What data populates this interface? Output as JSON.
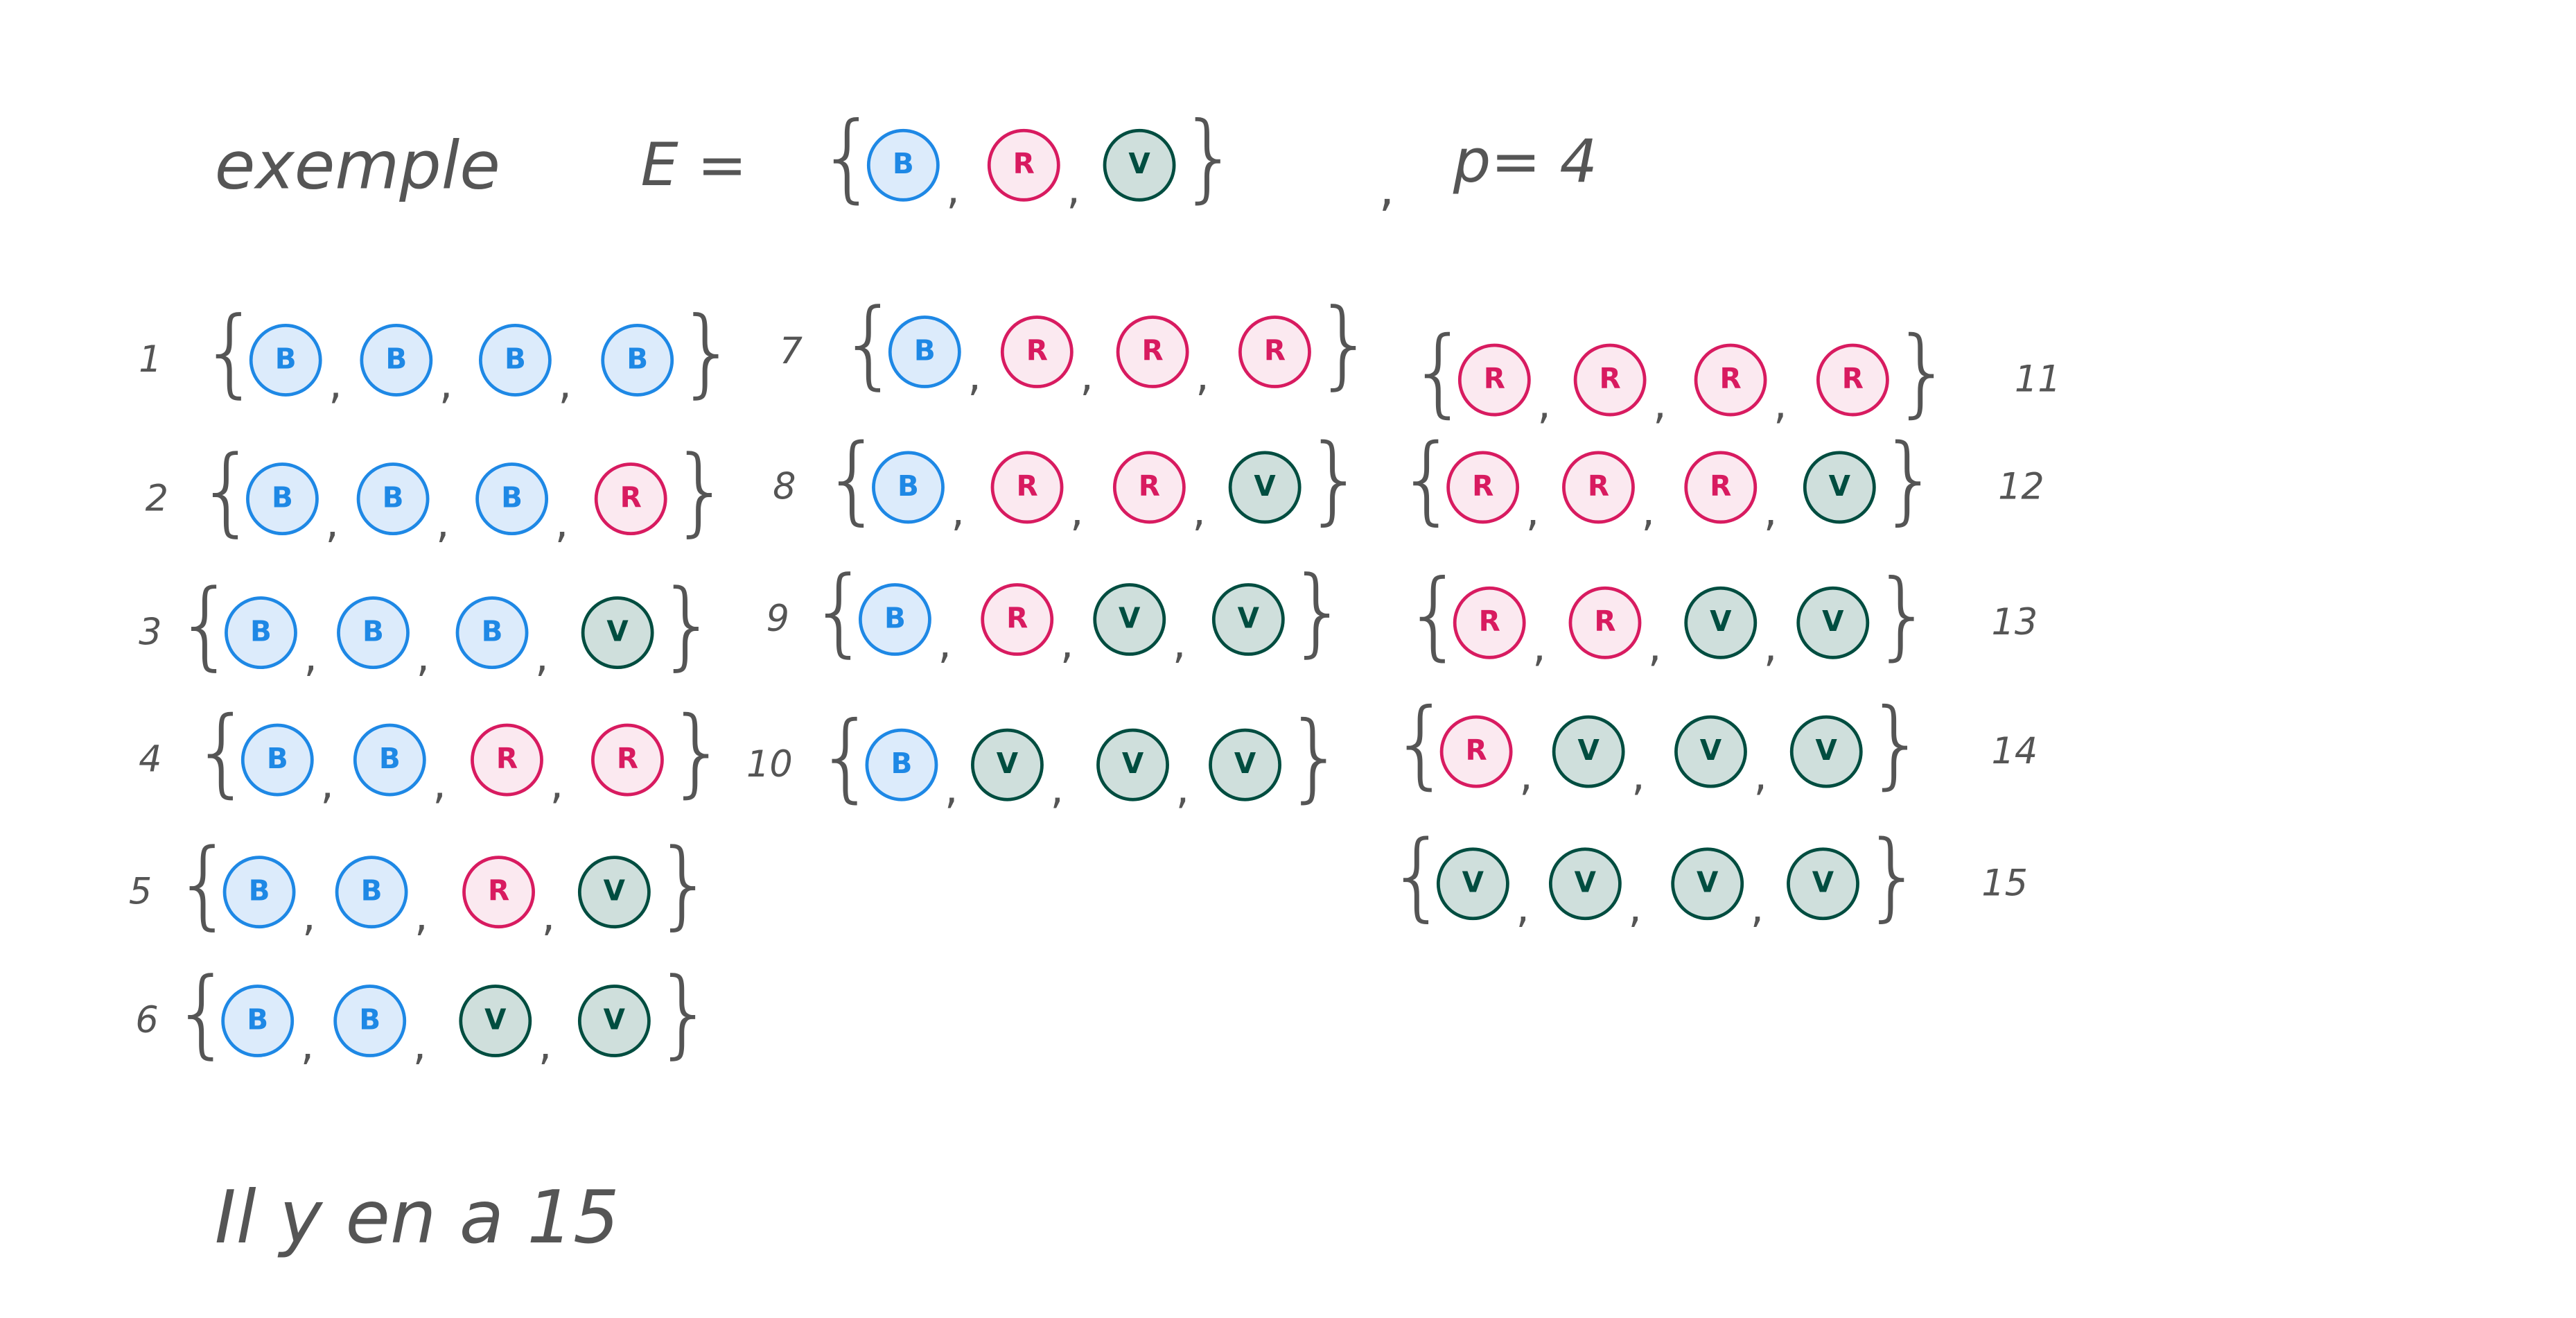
{
  "header": {
    "word": "exemple",
    "set_name": "E =",
    "elements": [
      "B",
      "R",
      "V"
    ],
    "param": "p= 4"
  },
  "colors": {
    "B": {
      "stroke": "#1e88e5",
      "fill": "#dcebfb"
    },
    "R": {
      "stroke": "#d81b60",
      "fill": "#fbe9f0"
    },
    "V": {
      "stroke": "#004d40",
      "fill": "#cfdfdc"
    },
    "ink": "#555555"
  },
  "sets": [
    {
      "label": "1",
      "items": [
        "B",
        "B",
        "B",
        "B"
      ]
    },
    {
      "label": "2",
      "items": [
        "B",
        "B",
        "B",
        "R"
      ]
    },
    {
      "label": "3",
      "items": [
        "B",
        "B",
        "B",
        "V"
      ]
    },
    {
      "label": "4",
      "items": [
        "B",
        "B",
        "R",
        "R"
      ]
    },
    {
      "label": "5",
      "items": [
        "B",
        "B",
        "R",
        "V"
      ]
    },
    {
      "label": "6",
      "items": [
        "B",
        "B",
        "V",
        "V"
      ]
    },
    {
      "label": "7",
      "items": [
        "B",
        "R",
        "R",
        "R"
      ]
    },
    {
      "label": "8",
      "items": [
        "B",
        "R",
        "R",
        "V"
      ]
    },
    {
      "label": "9",
      "items": [
        "B",
        "R",
        "V",
        "V"
      ]
    },
    {
      "label": "10",
      "items": [
        "B",
        "V",
        "V",
        "V"
      ]
    },
    {
      "label": "11",
      "items": [
        "R",
        "R",
        "R",
        "R"
      ]
    },
    {
      "label": "12",
      "items": [
        "R",
        "R",
        "R",
        "V"
      ]
    },
    {
      "label": "13",
      "items": [
        "R",
        "R",
        "V",
        "V"
      ]
    },
    {
      "label": "14",
      "items": [
        "R",
        "V",
        "V",
        "V"
      ]
    },
    {
      "label": "15",
      "items": [
        "V",
        "V",
        "V",
        "V"
      ]
    }
  ],
  "footer": {
    "conclusion": "Il y en a 15"
  }
}
